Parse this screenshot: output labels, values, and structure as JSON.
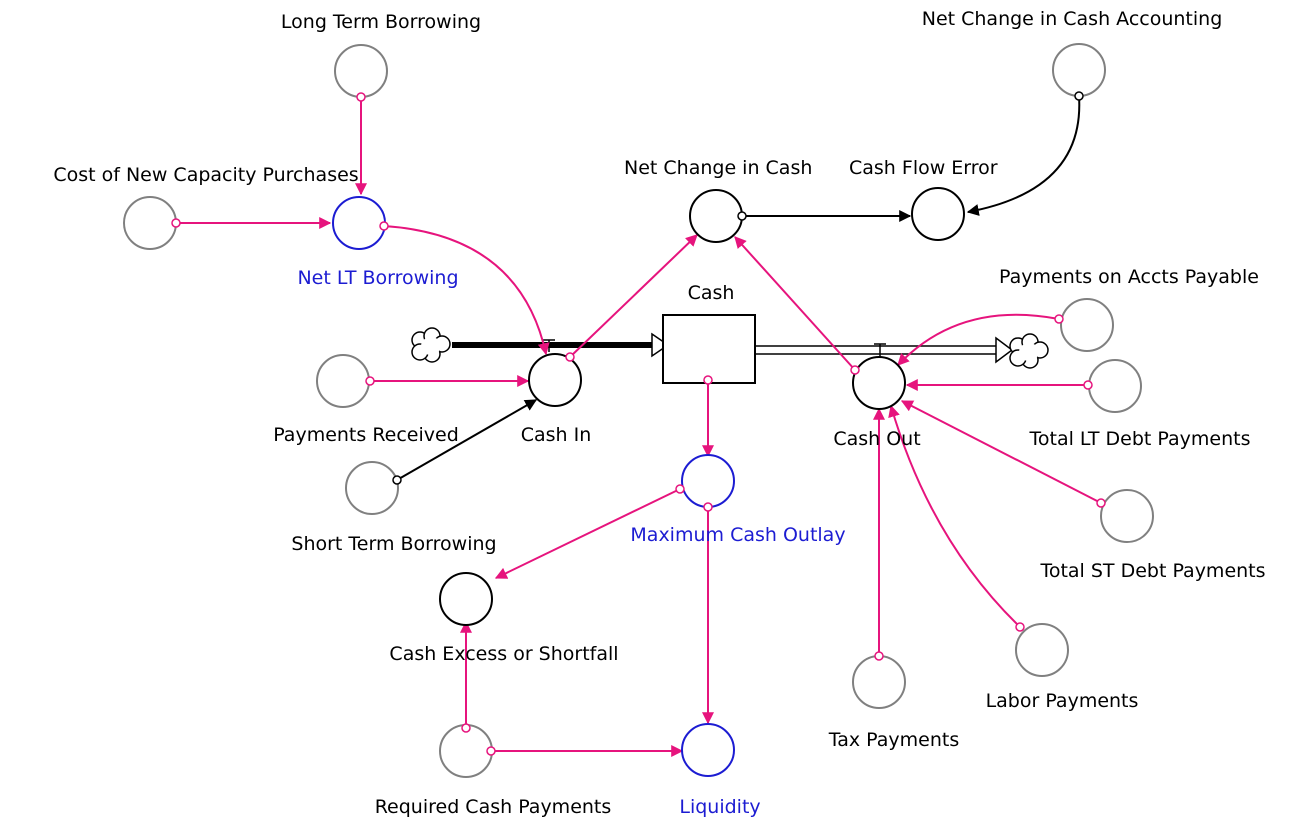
{
  "colors": {
    "link_pink": "#e6147d",
    "link_black": "#000000",
    "var_blue": "#1c1cd2",
    "var_gray": "#808080",
    "var_black": "#000000"
  },
  "labels": {
    "long_term_borrowing": "Long Term Borrowing",
    "net_change_cash_accounting": "Net Change in Cash Accounting",
    "cost_new_capacity": "Cost of New Capacity Purchases",
    "net_change_cash": "Net Change in Cash",
    "cash_flow_error": "Cash Flow Error",
    "net_lt_borrowing": "Net LT Borrowing",
    "cash": "Cash",
    "payments_accts_payable": "Payments on Accts Payable",
    "payments_received": "Payments Received",
    "cash_in": "Cash In",
    "cash_out": "Cash Out",
    "total_lt_debt": "Total LT Debt Payments",
    "short_term_borrowing": "Short Term Borrowing",
    "maximum_cash_outlay": "Maximum Cash Outlay",
    "total_st_debt": "Total ST Debt Payments",
    "cash_excess_shortfall": "Cash Excess or Shortfall",
    "labor_payments": "Labor Payments",
    "tax_payments": "Tax Payments",
    "required_cash_payments": "Required Cash Payments",
    "liquidity": "Liquidity"
  },
  "icons": {
    "cloud_source": "cloud-icon",
    "cloud_sink": "cloud-icon",
    "valve": "valve-icon"
  }
}
